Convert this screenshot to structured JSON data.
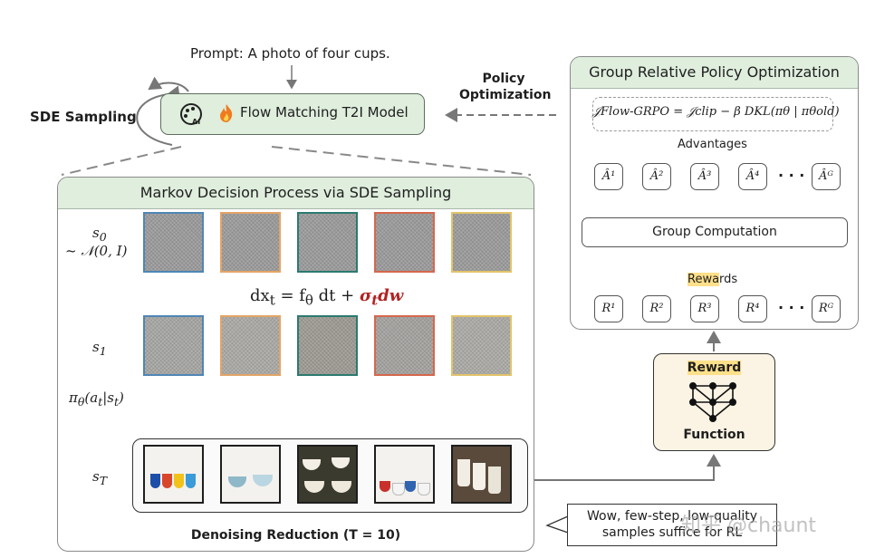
{
  "prompt": "Prompt: A photo of four cups.",
  "sde_sampling_label": "SDE Sampling",
  "policy_optimization_label": [
    "Policy",
    "Optimization"
  ],
  "model_label": "Flow Matching T2I Model",
  "model_icons": [
    "palette-ai-icon",
    "fire-icon"
  ],
  "mdp": {
    "title": "Markov Decision Process via SDE Sampling",
    "row_labels": {
      "s0": "s",
      "s0_sub": "0",
      "s0_dist": "~ 𝒩(0, I)",
      "s1": "s",
      "s1_sub": "1",
      "policy": "π",
      "policy_sub": "θ",
      "policy_args": "(a",
      "policy_args_sub": "t",
      "policy_args_mid": "|s",
      "policy_args_sub2": "t",
      "policy_args_end": ")",
      "sT": "s",
      "sT_sub": "T"
    },
    "equation": {
      "main": "dx",
      "main_sub": "t",
      "mid": " = f",
      "mid_sub": "θ",
      "rest": " dt + ",
      "red": "σ",
      "red_sub": "t",
      "red_tail": "dw"
    },
    "trajectory_colors": [
      "#4f86b5",
      "#e3a466",
      "#2b7a70",
      "#d5674d",
      "#e2c36a"
    ],
    "denoising_label": "Denoising Reduction (T = 10)"
  },
  "grpo": {
    "title": "Group Relative Policy Optimization",
    "formula": "𝒥Flow-GRPO = 𝒥clip − β DKL(πθ | πθold)",
    "advantages_label": "Advantages",
    "advantages": [
      "Â¹",
      "Â²",
      "Â³",
      "Â⁴",
      "Âᴳ"
    ],
    "ellipsis": "· · ·",
    "group_computation": "Group Computation",
    "rewards_label_highlight": "Rewa",
    "rewards_label_rest": "rds",
    "rewards": [
      "R¹",
      "R²",
      "R³",
      "R⁴",
      "Rᴳ"
    ]
  },
  "reward_function": {
    "top_highlight": "Reward",
    "bottom": "Function",
    "icon": "neural-network-icon"
  },
  "speech": [
    "Wow, few-step, low-quality",
    "samples suffice for RL"
  ],
  "watermark": "知乎 @chaunt"
}
